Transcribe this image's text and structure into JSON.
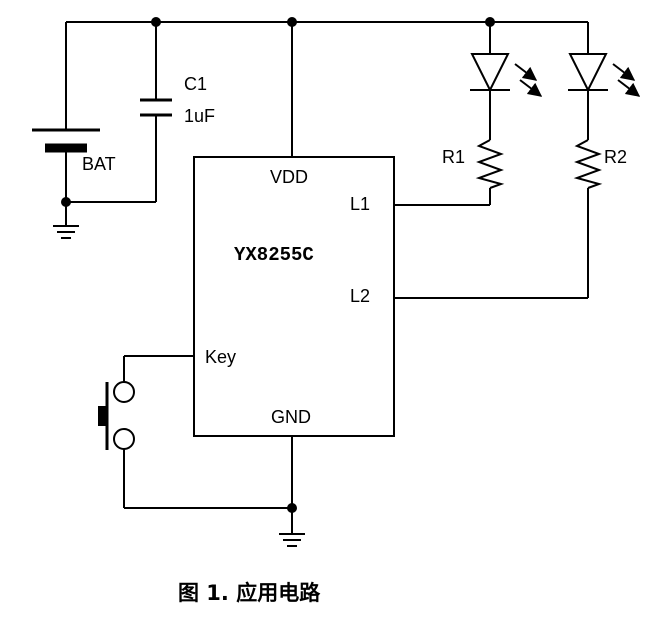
{
  "components": {
    "capacitor": {
      "ref": "C1",
      "value": "1uF"
    },
    "battery": {
      "ref": "BAT"
    },
    "ic": {
      "part": "YX8255C",
      "pins": {
        "vdd": "VDD",
        "l1": "L1",
        "l2": "L2",
        "key": "Key",
        "gnd": "GND"
      }
    },
    "resistor1": {
      "ref": "R1"
    },
    "resistor2": {
      "ref": "R2"
    }
  },
  "caption": "图 1.  应用电路"
}
